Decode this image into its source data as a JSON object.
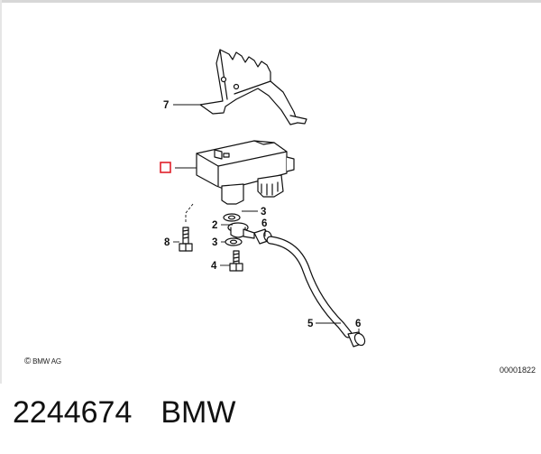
{
  "callouts": [
    {
      "id": "c7",
      "text": "7"
    },
    {
      "id": "c3a",
      "text": "3"
    },
    {
      "id": "c2",
      "text": "2"
    },
    {
      "id": "c6a",
      "text": "6"
    },
    {
      "id": "c8",
      "text": "8"
    },
    {
      "id": "c3b",
      "text": "3"
    },
    {
      "id": "c4",
      "text": "4"
    },
    {
      "id": "c5",
      "text": "5"
    },
    {
      "id": "c6b",
      "text": "6"
    }
  ],
  "copyright": "BMW AG",
  "copyright_symbol": "©",
  "figure_id": "00001822",
  "caption": {
    "part_number": "2244674",
    "brand": "BMW"
  },
  "colors": {
    "ink": "#111111",
    "highlight": "#e0202a"
  }
}
